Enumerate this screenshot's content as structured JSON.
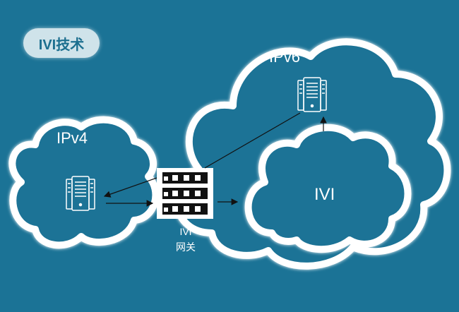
{
  "title": "IVI技术",
  "clouds": {
    "ipv4_label": "IPv4",
    "ipv6_label": "IPv6",
    "ivi_label": "IVI"
  },
  "gateway": {
    "label_line1": "IVI",
    "label_line2": "网关"
  },
  "colors": {
    "background": "#1b7396",
    "cloud_outline": "#ffffff",
    "icon_dark": "#111111"
  },
  "icons": [
    "server-icon",
    "gateway-icon"
  ]
}
